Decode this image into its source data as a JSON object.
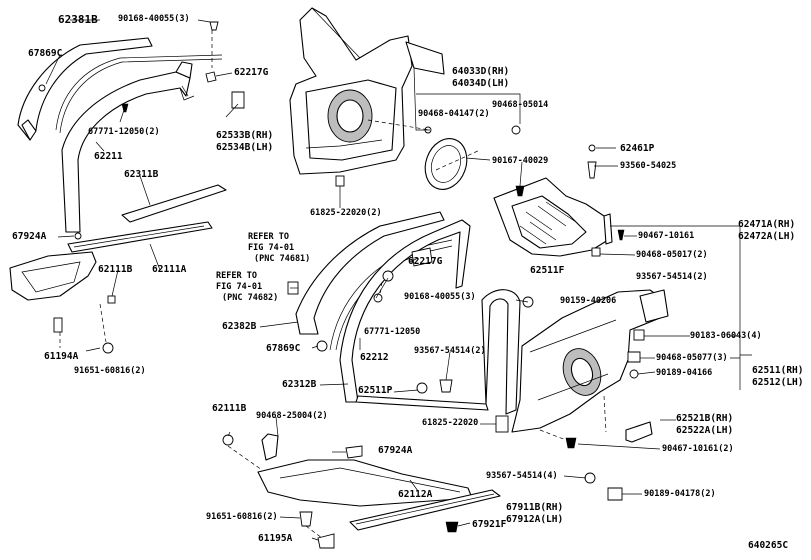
{
  "diagram_code": "640265C",
  "labels": {
    "l62381B": "62381B",
    "l90168_40055_a": "90168-40055(3)",
    "l67869C_a": "67869C",
    "l62217G_a": "62217G",
    "l62533B": "62533B(RH)",
    "l62534B": "62534B(LH)",
    "l67771_12050_a": "67771-12050(2)",
    "l62211": "62211",
    "l62311B": "62311B",
    "l67924A_a": "67924A",
    "l62111B_a": "62111B",
    "l62111A": "62111A",
    "l61194A": "61194A",
    "l91651_a": "91651-60816(2)",
    "l64033D": "64033D(RH)",
    "l64034D": "64034D(LH)",
    "l90468_04147": "90468-04147(2)",
    "l90468_05014": "90468-05014",
    "l62461P": "62461P",
    "l90167_40029": "90167-40029",
    "l93560_54025": "93560-54025",
    "l61825_a": "61825-22020(2)",
    "l62471A": "62471A(RH)",
    "l62472A": "62472A(LH)",
    "l90467_10161_a": "90467-10161",
    "l90468_05017": "90468-05017(2)",
    "l62511F": "62511F",
    "l93567_a": "93567-54514(2)",
    "l90159_40206": "90159-40206",
    "l90183_06043": "90183-06043(4)",
    "l90468_05077": "90468-05077(3)",
    "l90189_04166": "90189-04166",
    "l62511": "62511(RH)",
    "l62512": "62512(LH)",
    "l62521B": "62521B(RH)",
    "l62522A": "62522A(LH)",
    "l90467_10161_b": "90467-10161(2)",
    "l90189_04178": "90189-04178(2)",
    "l67911B": "67911B(RH)",
    "l67912A": "67912A(LH)",
    "l67921F": "67921F",
    "ref_to_1": "REFER TO",
    "fig_1": "FIG 74-01",
    "pnc_1": "(PNC 74681)",
    "ref_to_2": "REFER TO",
    "fig_2": "FIG 74-01",
    "pnc_2": "(PNC 74682)",
    "l62217G_b": "62217G",
    "l90168_40055_b": "90168-40055(3)",
    "l62382B": "62382B",
    "l67771_12050_b": "67771-12050",
    "l67869C_b": "67869C",
    "l62212": "62212",
    "l93567_b": "93567-54514(2)",
    "l62312B": "62312B",
    "l62511P": "62511P",
    "l61825_b": "61825-22020",
    "l62111B_b": "62111B",
    "l90468_25004": "90468-25004(2)",
    "l67924A_b": "67924A",
    "l62112A": "62112A",
    "l93567_c": "93567-54514(4)",
    "l91651_b": "91651-60816(2)",
    "l61195A": "61195A"
  }
}
